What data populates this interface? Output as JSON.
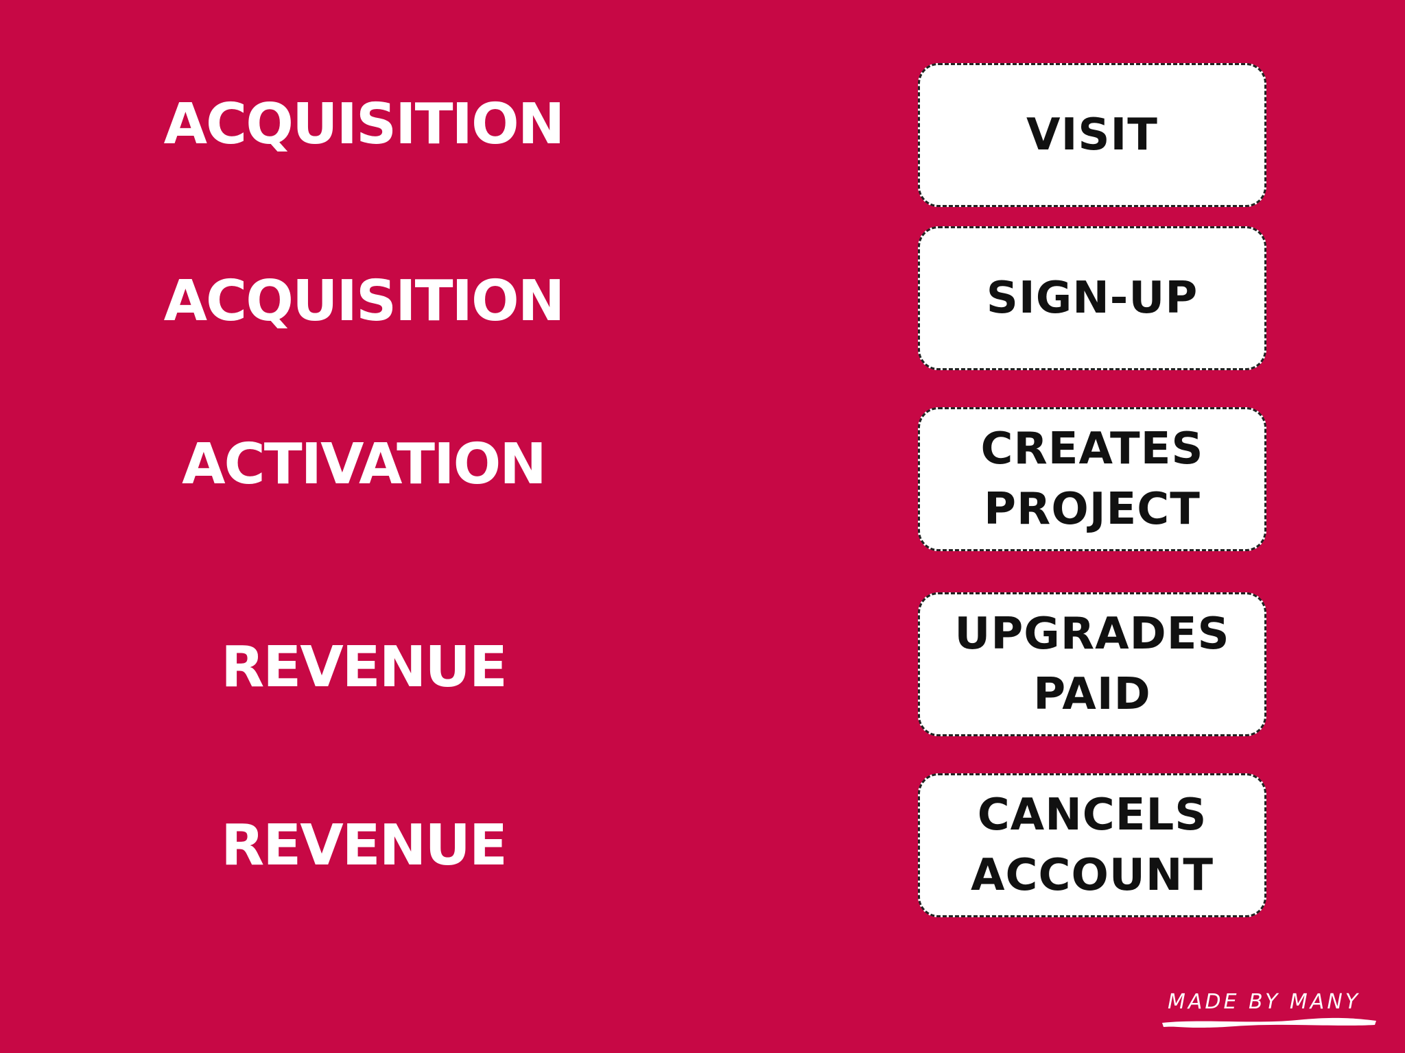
{
  "diagram": {
    "rows": [
      {
        "stage": "ACQUISITION",
        "event": "VISIT"
      },
      {
        "stage": "ACQUISITION",
        "event": "SIGN-UP"
      },
      {
        "stage": "ACTIVATION",
        "event": "CREATES\nPROJECT"
      },
      {
        "stage": "REVENUE",
        "event": "UPGRADES\nPAID"
      },
      {
        "stage": "REVENUE",
        "event": "CANCELS\nACCOUNT"
      }
    ]
  },
  "branding": {
    "logo_text": "MADE BY MANY"
  },
  "colors": {
    "background": "#c70845",
    "stage_text": "#ffffff",
    "box_fill": "#ffffff",
    "box_border": "#222222",
    "event_text": "#111111"
  }
}
